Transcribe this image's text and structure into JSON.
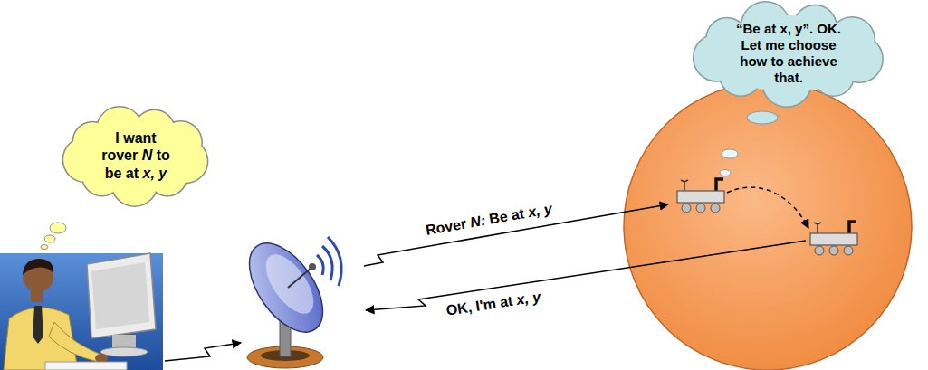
{
  "diagram": {
    "nodes": [
      {
        "text": [
          "I want rover N to be at x, y"
        ]
      },
      {
        "text": [
          "“Be at x, y”. OK. Let me choose how to achieve that."
        ]
      }
    ],
    "labels": [
      "Rover N: Be at x, y",
      "OK, I'm at x, y"
    ]
  }
}
